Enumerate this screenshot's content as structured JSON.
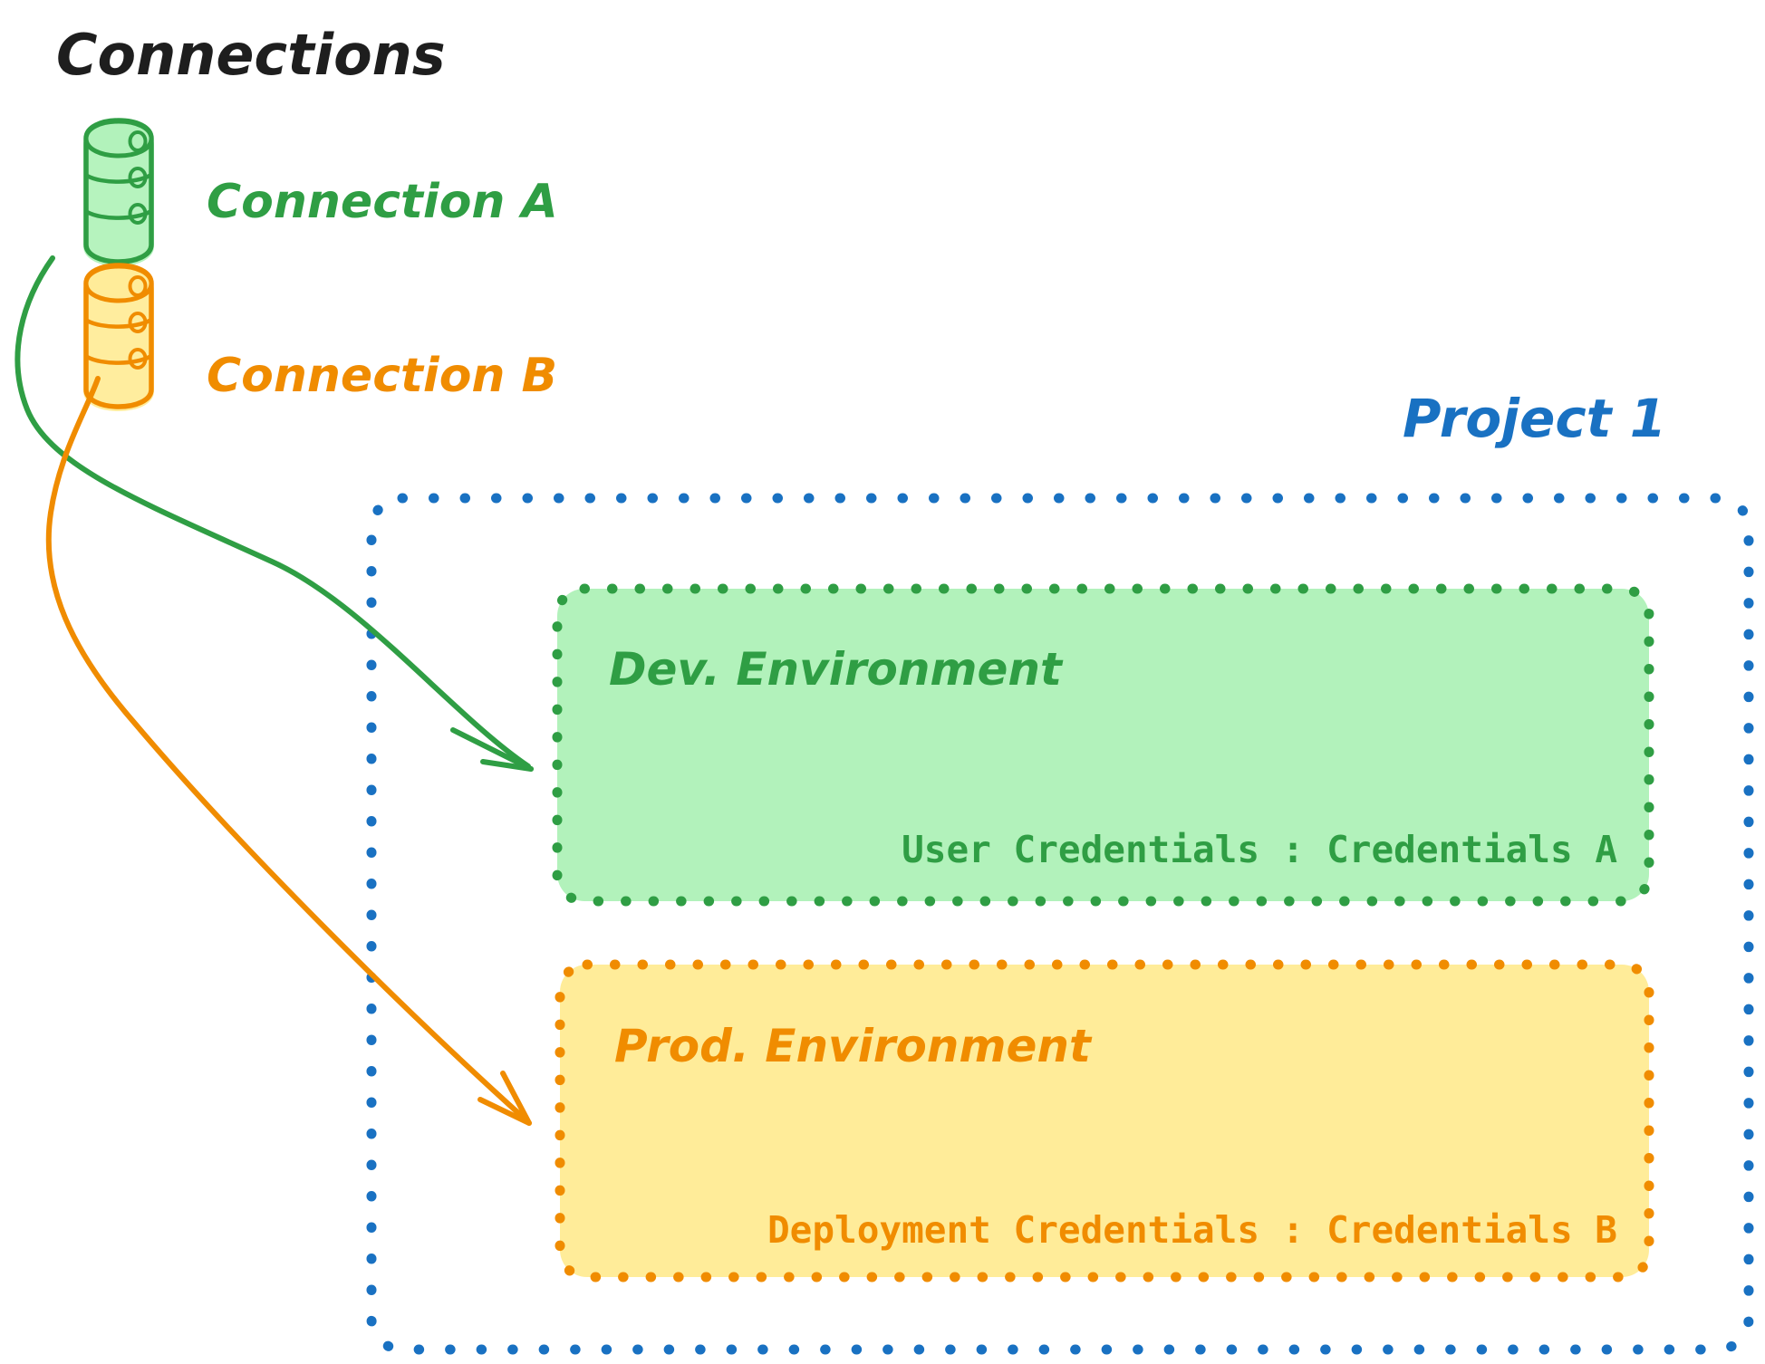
{
  "diagram": {
    "title": "Connections",
    "title_color": "#1e1e1e",
    "connections": [
      {
        "label": "Connection A",
        "color": "#2f9e44",
        "fill": "#b2f2bb",
        "icon": "database-icon"
      },
      {
        "label": "Connection B",
        "color": "#f08c00",
        "fill": "#ffec99",
        "icon": "database-icon"
      }
    ],
    "project": {
      "label": "Project 1",
      "color": "#1971c2",
      "border_style": "dotted",
      "environments": [
        {
          "title": "Dev. Environment",
          "credentials": "User Credentials : Credentials A",
          "color": "#2f9e44",
          "fill": "#b2f2bb",
          "border_style": "dotted"
        },
        {
          "title": "Prod. Environment",
          "credentials": "Deployment Credentials : Credentials B",
          "color": "#f08c00",
          "fill": "#ffec99",
          "border_style": "dotted"
        }
      ]
    },
    "arrows": [
      {
        "name": "arrow-connection-a-to-dev",
        "color": "#2f9e44",
        "from": "Connection A",
        "to": "Dev. Environment"
      },
      {
        "name": "arrow-connection-b-to-prod",
        "color": "#f08c00",
        "from": "Connection B",
        "to": "Prod. Environment"
      }
    ]
  }
}
